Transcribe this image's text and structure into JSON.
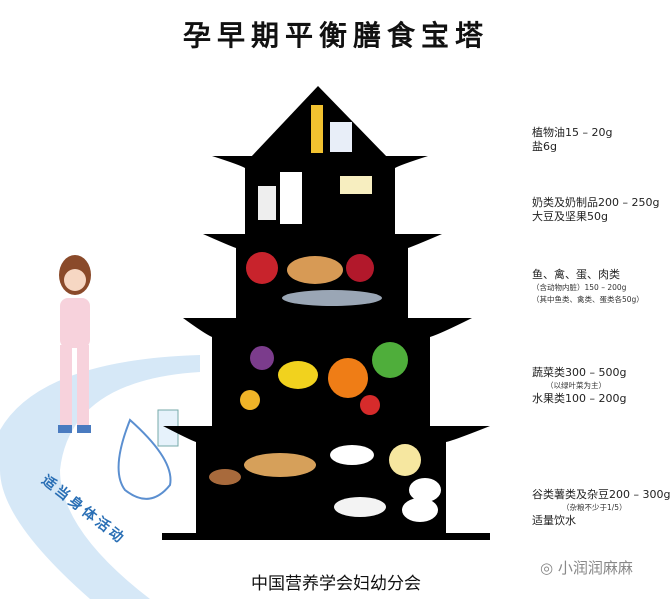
{
  "title": "孕早期平衡膳食宝塔",
  "tiers": [
    {
      "lines": [
        "植物油15 – 20g",
        "盐6g"
      ]
    },
    {
      "lines": [
        "奶类及奶制品200 – 250g",
        "大豆及坚果50g"
      ]
    },
    {
      "lines": [
        "鱼、禽、蛋、肉类"
      ],
      "notes": [
        "（含动物内脏）150 – 200g",
        "（其中鱼类、禽类、蛋类各50g）"
      ]
    },
    {
      "lines": [
        "蔬菜类300 – 500g",
        "水果类100 – 200g"
      ],
      "notes": [
        "（以绿叶菜为主）"
      ]
    },
    {
      "lines": [
        "谷类薯类及杂豆200 – 300g",
        "适量饮水"
      ],
      "notes": [
        "（杂粮不少于1/5）"
      ]
    }
  ],
  "path_text": "适当身体活动",
  "footer": "中国营养学会妇幼分会",
  "watermark": "小润润麻麻",
  "colors": {
    "pyramid": "#000000",
    "path": "#d6e8f7",
    "path_text": "#2a6fb5"
  }
}
